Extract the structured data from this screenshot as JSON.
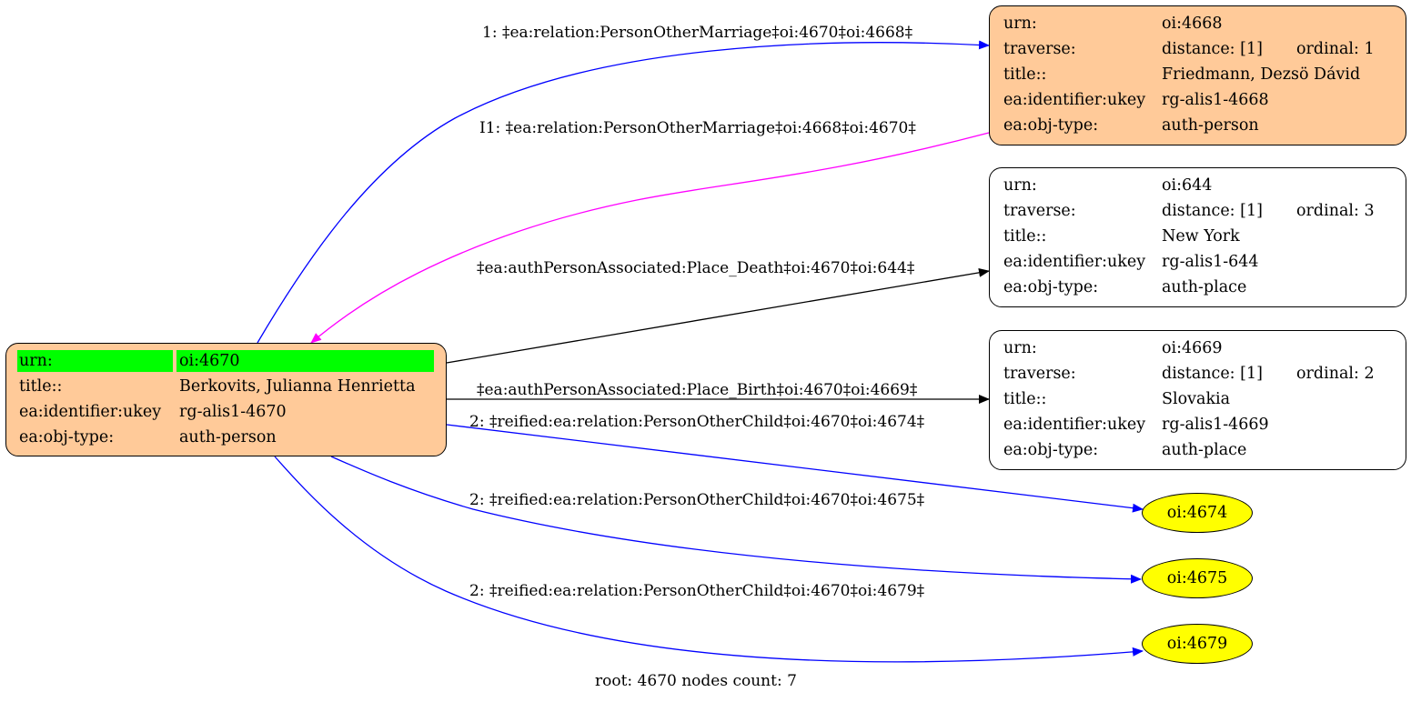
{
  "graph": {
    "root_node": {
      "rows": [
        {
          "k": "urn:",
          "v": "oi:4670"
        },
        {
          "k": "title::",
          "v": "Berkovits, Julianna Henrietta"
        },
        {
          "k": "ea:identifier:ukey",
          "v": "rg-alis1-4670"
        },
        {
          "k": "ea:obj-type:",
          "v": "auth-person"
        }
      ],
      "fill": "#ffca99",
      "highlight": "#00ff00"
    },
    "node_4668": {
      "urn_k": "urn:",
      "urn_v": "oi:4668",
      "traverse_k": "traverse:",
      "distance": "distance: [1]",
      "ordinal": "ordinal: 1",
      "title_k": "title::",
      "title_v": "Friedmann, Dezsö Dávid",
      "ukey_k": "ea:identifier:ukey",
      "ukey_v": "rg-alis1-4668",
      "type_k": "ea:obj-type:",
      "type_v": "auth-person",
      "fill": "#ffca99"
    },
    "node_644": {
      "urn_k": "urn:",
      "urn_v": "oi:644",
      "traverse_k": "traverse:",
      "distance": "distance: [1]",
      "ordinal": "ordinal: 3",
      "title_k": "title::",
      "title_v": "New York",
      "ukey_k": "ea:identifier:ukey",
      "ukey_v": "rg-alis1-644",
      "type_k": "ea:obj-type:",
      "type_v": "auth-place"
    },
    "node_4669": {
      "urn_k": "urn:",
      "urn_v": "oi:4669",
      "traverse_k": "traverse:",
      "distance": "distance: [1]",
      "ordinal": "ordinal: 2",
      "title_k": "title::",
      "title_v": "Slovakia",
      "ukey_k": "ea:identifier:ukey",
      "ukey_v": "rg-alis1-4669",
      "type_k": "ea:obj-type:",
      "type_v": "auth-place"
    },
    "leaf_nodes": [
      "oi:4674",
      "oi:4675",
      "oi:4679"
    ],
    "leaf_fill": "#ffff00",
    "edges": {
      "e1": "1: ‡ea:relation:PersonOtherMarriage‡oi:4670‡oi:4668‡",
      "e_inverse": "I1: ‡ea:relation:PersonOtherMarriage‡oi:4668‡oi:4670‡",
      "e_death": "‡ea:authPersonAssociated:Place_Death‡oi:4670‡oi:644‡",
      "e_birth": "‡ea:authPersonAssociated:Place_Birth‡oi:4670‡oi:4669‡",
      "e_child_4674": "2: ‡reified:ea:relation:PersonOtherChild‡oi:4670‡oi:4674‡",
      "e_child_4675": "2: ‡reified:ea:relation:PersonOtherChild‡oi:4670‡oi:4675‡",
      "e_child_4679": "2: ‡reified:ea:relation:PersonOtherChild‡oi:4670‡oi:4679‡"
    },
    "edge_colors": {
      "relation": "#0000ff",
      "inverse": "#ff00ff",
      "associated": "#000000"
    },
    "footer": "root: 4670 nodes count: 7"
  }
}
